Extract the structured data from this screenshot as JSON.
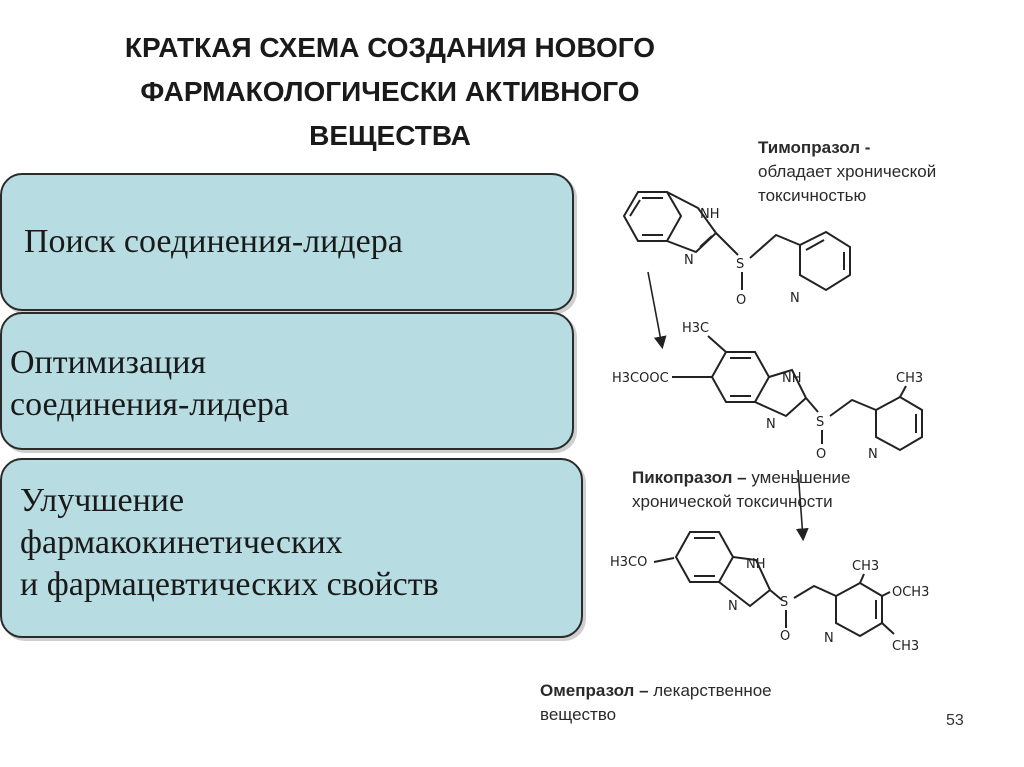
{
  "title": {
    "line1": "КРАТКАЯ СХЕМА СОЗДАНИЯ НОВОГО",
    "line2": "ФАРМАКОЛОГИЧЕСКИ АКТИВНОГО",
    "line3": "ВЕЩЕСТВА"
  },
  "steps": [
    {
      "lines": [
        "Поиск соединения-лидера"
      ]
    },
    {
      "lines": [
        "Оптимизация",
        "соединения-лидера"
      ]
    },
    {
      "lines": [
        "Улучшение",
        "фармакокинетических",
        "и фармацевтических свойств"
      ]
    }
  ],
  "notes": [
    {
      "name": "Тимопразол -",
      "lines": [
        "обладает хронической",
        "токсичностью"
      ]
    },
    {
      "name": "Пикопразол",
      "dash": " – ",
      "lines": [
        "уменьшение",
        "хронической токсичности"
      ]
    },
    {
      "name": "Омепразол",
      "dash": " – ",
      "lines": [
        "лекарственное",
        "вещество"
      ]
    }
  ],
  "atom_labels": {
    "nh": "NH",
    "n": "N",
    "s": "S",
    "o": "O",
    "ch3": "CH3",
    "h3c": "H3C",
    "h3cooc": "H3COOC",
    "h3co": "H3CO",
    "och3": "OCH3"
  },
  "page_number": "53"
}
